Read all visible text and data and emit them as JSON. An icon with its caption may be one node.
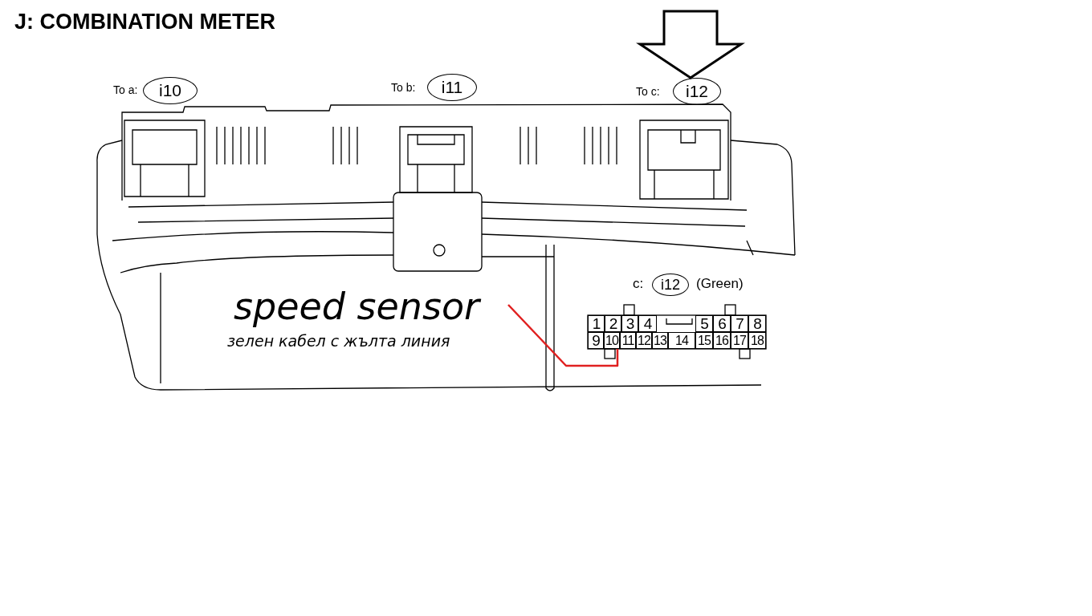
{
  "diagram": {
    "title": "J:  COMBINATION METER",
    "nodes": [
      {
        "text": [
          "i10"
        ],
        "beside": [
          "To a:"
        ]
      },
      {
        "text": [
          "i11"
        ],
        "beside": [
          "To b:"
        ]
      },
      {
        "text": [
          "i12"
        ],
        "beside": [
          "To c:"
        ]
      },
      {
        "text": [
          "i12"
        ],
        "beside": [
          "c:",
          "(Green)"
        ]
      },
      {
        "text": [
          "speed sensor",
          "зелен кабел с жълта линия"
        ]
      },
      {
        "text": [
          "10"
        ]
      }
    ],
    "edges": [
      {
        "from": null,
        "to": 2,
        "arrow": "to",
        "style": "thick"
      },
      {
        "from": 4,
        "to": 5,
        "arrow": "none",
        "color": "#e02020"
      }
    ],
    "labels": [
      "1",
      "2",
      "3",
      "4",
      "5",
      "6",
      "7",
      "8",
      "9",
      "11",
      "12",
      "13",
      "14",
      "15",
      "16",
      "17",
      "18"
    ]
  }
}
